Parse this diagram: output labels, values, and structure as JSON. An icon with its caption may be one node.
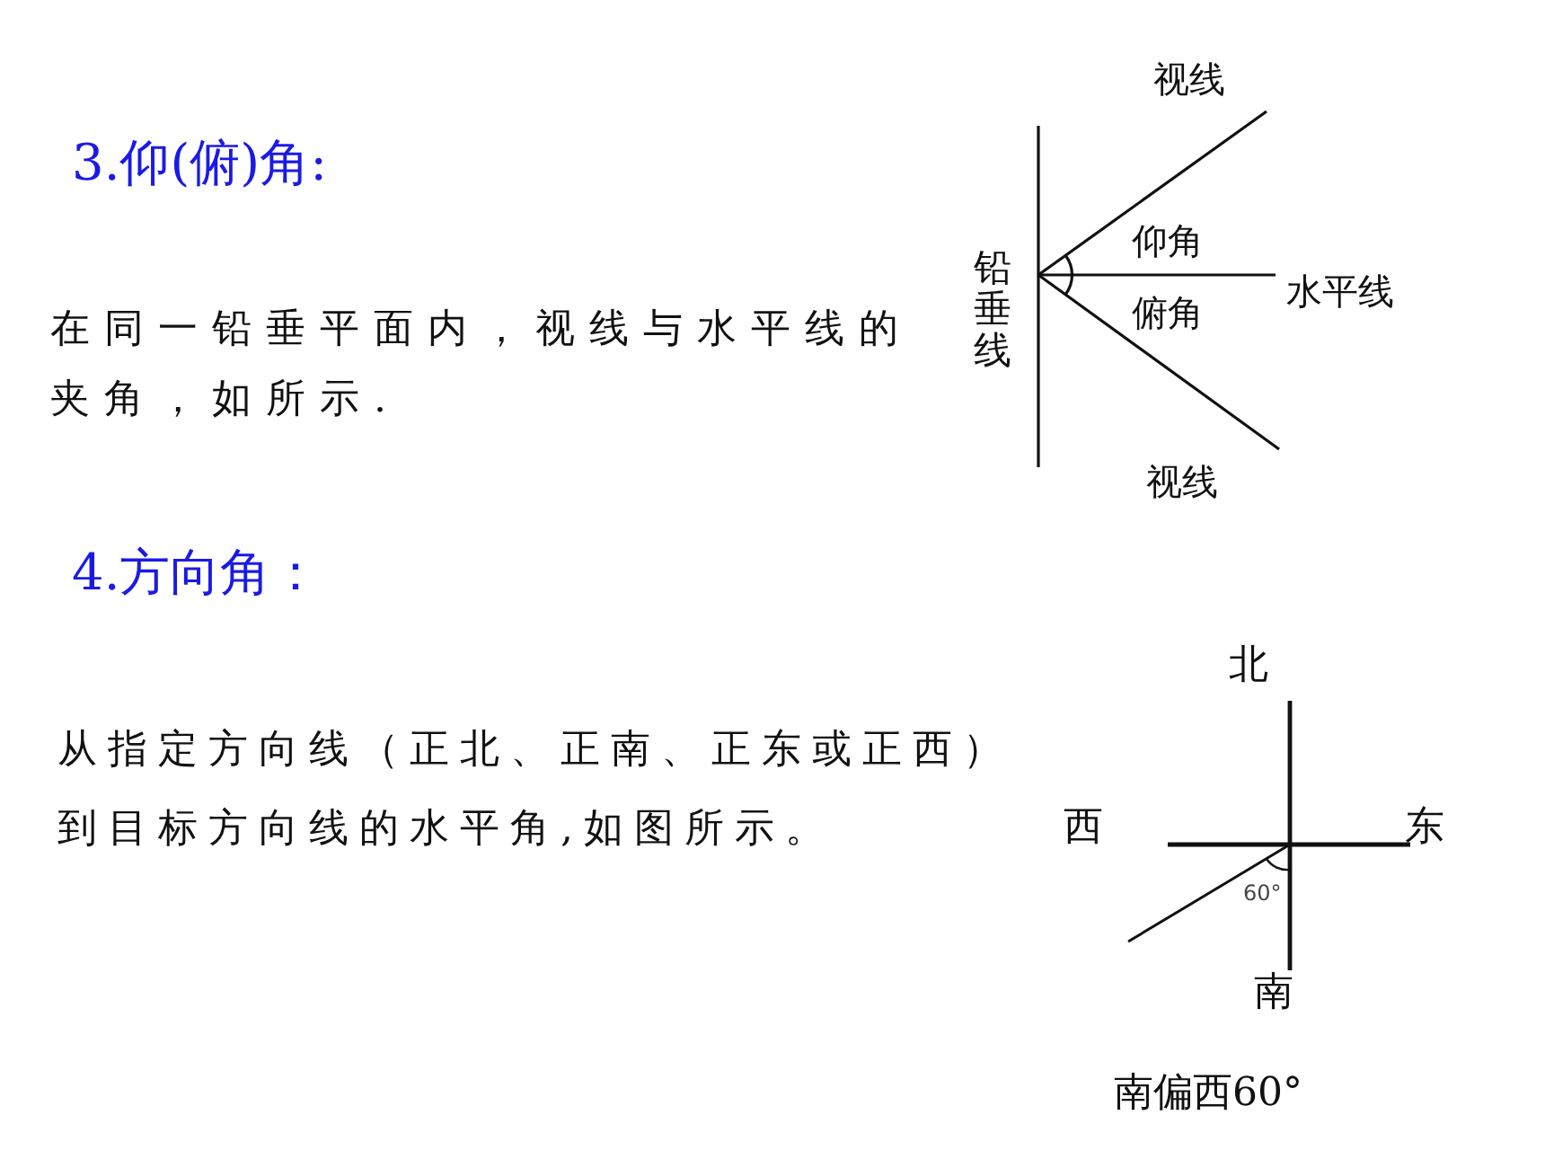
{
  "diagram": {
    "labels": [
      "视线",
      "3.仰(俯)角:",
      "仰角",
      "铅垂线",
      "水平线",
      "在同一铅垂平面内，视线与水平线的夹角，如所示.",
      "俯角",
      "视线",
      "4.方向角：",
      "北",
      "从指定方向线（正北、正南、正东或正西）到目标方向线的水平角,如图所示。",
      "西",
      "东",
      "60°",
      "南",
      "南偏西60°"
    ]
  }
}
